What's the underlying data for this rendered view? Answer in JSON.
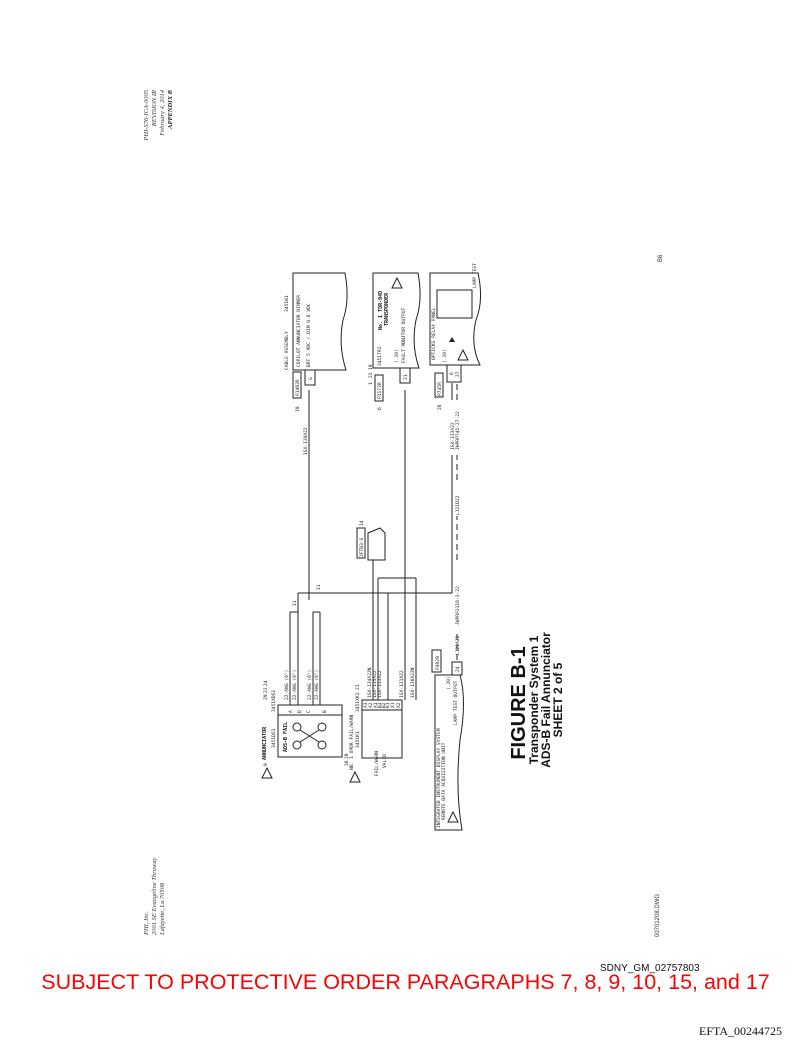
{
  "header": {
    "doc_number": "PHI-S76-ICA-0005",
    "revision": "REVISION IR",
    "date": "February 4, 2014",
    "appendix": "APPENDIX B"
  },
  "address": {
    "company": "PHI, Inc.",
    "street": "2001 SE Evangeline Thruway",
    "city": "Lafayette, La 70508"
  },
  "drawing_file": "00701208.DWG",
  "page_code": "B6",
  "figure": {
    "number": "FIGURE B-1",
    "line1": "Transponder System 1",
    "line2": "ADS-B Fail Annunciator",
    "sheet": "SHEET 2 of 5"
  },
  "diagram": {
    "annunciator": {
      "title": "ANNUNCIATOR",
      "ref": "3451DS1",
      "connector": "3451XDS1",
      "legend": "ADS-B FAIL",
      "pins": [
        "A",
        "D",
        "C",
        "B"
      ],
      "wire": "22-AWG (6\")",
      "callouts": [
        "9",
        "29",
        "22",
        "24",
        "10",
        "23",
        "11"
      ]
    },
    "cable_assembly": {
      "title": "CABLE ASSEMBLY",
      "ref": "3451W1",
      "line1": "COPILOT ANNUNCIATOR DIMMER",
      "line2": "BRT 5 VDC / DIM 0.8 VDC",
      "pin": "G",
      "plug": "P1493R",
      "callout": "19",
      "wire": "1SX-130A22"
    },
    "transponder": {
      "ref": "3451TR1",
      "line1": "No. 1 TDR-94D",
      "line2": "TRANSPONDER",
      "gauge": "(.20)",
      "output": "FAULT MONITOR OUTPUT",
      "pin": "21",
      "plug": "P1173R",
      "callouts": [
        "1",
        "22",
        "19",
        "6"
      ]
    },
    "relay_panel": {
      "title": "OPTICKS RELAY PANEL",
      "gauge": "(.20)",
      "pins": [
        "6",
        "27"
      ],
      "plug": "P745R",
      "callout": "28",
      "lamp": "LAMP TEST"
    },
    "xpdr_relay": {
      "title": "NO. 1 XPDR FAIL/WARN",
      "ref": "3451K1",
      "socket": "3451XK1",
      "callouts": [
        "26",
        "29",
        "21"
      ],
      "fail": "FAIL/WARN",
      "valid": "VALID",
      "pins": [
        "A3",
        "A2",
        "A1",
        "B3",
        "B2",
        "B1",
        "X1",
        "X2"
      ],
      "wires": [
        "1SX-134A22N",
        "1SX-135A22",
        "1SX-133A22",
        "1SX-131A22",
        "1SX-136A22N"
      ]
    },
    "switch": {
      "ref": "2FTB3-S",
      "callout": "14"
    },
    "iids": {
      "line1": "INTEGRATED INSTRUMENT DISPLAY SYSTEM",
      "line2": "REMOTE DATA ACQUISITION UNIT",
      "gauge": "(.20)",
      "output": "LAMP TEST OUTPUT",
      "pin": "24",
      "plug": "P4029",
      "wire": "L121A22"
    },
    "dashed_wires": [
      "JWPRP2118-3-22",
      "L121D22",
      "1SX-133A22",
      "JWPRP745-27-22"
    ]
  },
  "bates": "SDNY_GM_02757803",
  "protective_order": "SUBJECT TO PROTECTIVE ORDER PARAGRAPHS 7, 8, 9, 10, 15, and 17",
  "efta": "EFTA_00244725"
}
